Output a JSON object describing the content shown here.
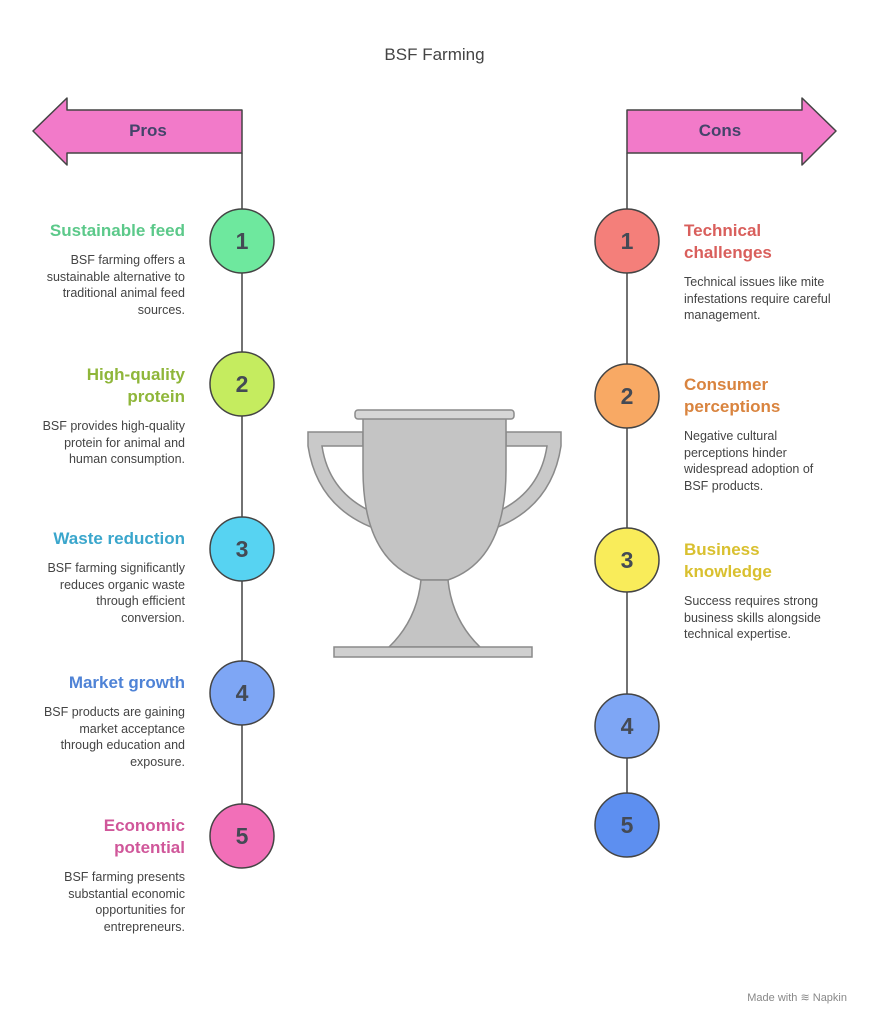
{
  "title": "BSF Farming",
  "pros": {
    "label": "Pros",
    "items": [
      {
        "number": "1",
        "heading": "Sustainable feed",
        "description": "BSF farming offers a sustainable alternative to traditional animal feed sources.",
        "color": "#5cc98a",
        "fill": "#6ee89e"
      },
      {
        "number": "2",
        "heading": "High-quality protein",
        "description": "BSF provides high-quality protein for animal and human consumption.",
        "color": "#8fb63a",
        "fill": "#c5ec5f"
      },
      {
        "number": "3",
        "heading": "Waste reduction",
        "description": "BSF farming significantly reduces organic waste through efficient conversion.",
        "color": "#3aa6cc",
        "fill": "#57d3f2"
      },
      {
        "number": "4",
        "heading": "Market growth",
        "description": "BSF products are gaining market acceptance through education and exposure.",
        "color": "#4f83d6",
        "fill": "#7ea6f5"
      },
      {
        "number": "5",
        "heading": "Economic potential",
        "description": "BSF farming presents substantial economic opportunities for entrepreneurs.",
        "color": "#d0579a",
        "fill": "#f26fb8"
      }
    ]
  },
  "cons": {
    "label": "Cons",
    "items": [
      {
        "number": "1",
        "heading": "Technical challenges",
        "description": "Technical issues like mite infestations require careful management.",
        "color": "#d95f5c",
        "fill": "#f47f7a"
      },
      {
        "number": "2",
        "heading": "Consumer perceptions",
        "description": "Negative cultural perceptions hinder widespread adoption of BSF products.",
        "color": "#d9843f",
        "fill": "#f8a964"
      },
      {
        "number": "3",
        "heading": "Business knowledge",
        "description": "Success requires strong business skills alongside technical expertise.",
        "color": "#d9c02f",
        "fill": "#f9ec5a"
      },
      {
        "number": "4",
        "heading": "",
        "description": "",
        "color": "#4f83d6",
        "fill": "#7ea6f5"
      },
      {
        "number": "5",
        "heading": "",
        "description": "",
        "color": "#3f74d6",
        "fill": "#5d8ff0"
      }
    ]
  },
  "footer": {
    "made_with": "Made with",
    "brand": "Napkin",
    "icon": "napkin-logo-icon"
  },
  "colors": {
    "arrow_fill": "#f27ac9",
    "arrow_stroke": "#444444",
    "line": "#444444",
    "trophy": "#c9c9c9",
    "trophy_stroke": "#8a8a8a"
  }
}
